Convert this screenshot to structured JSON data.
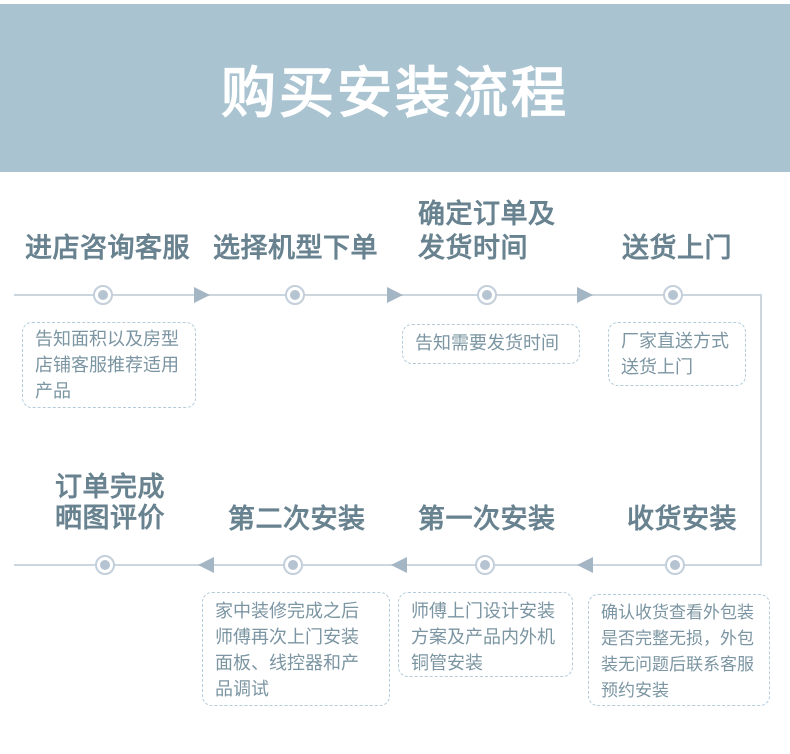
{
  "header": {
    "title": "购买安装流程"
  },
  "flow": {
    "row1": {
      "direction": "left-to-right",
      "steps": [
        {
          "label": "进店咨询客服",
          "note": "告知面积以及房型\n店铺客服推荐适用\n产品"
        },
        {
          "label": "选择机型下单"
        },
        {
          "label": "确定订单及\n发货时间",
          "note": "告知需要发货时间"
        },
        {
          "label": "送货上门",
          "note": "厂家直送方式\n送货上门"
        }
      ]
    },
    "row2": {
      "direction": "right-to-left",
      "steps": [
        {
          "label": "订单完成\n晒图评价"
        },
        {
          "label": "第二次安装",
          "note": "家中装修完成之后\n师傅再次上门安装\n面板、线控器和产\n品调试"
        },
        {
          "label": "第一次安装",
          "note": "师傅上门设计安装\n方案及产品内外机\n铜管安装"
        },
        {
          "label": "收货安装",
          "note": "确认收货查看外包装\n是否完整无损，外包\n装无问题后联系客服\n预约安装"
        }
      ]
    }
  },
  "colors": {
    "header_bg": "#a9c3d0",
    "header_text": "#ffffff",
    "step_text": "#68828f",
    "note_text": "#7b95a2",
    "note_border": "#b3cbdb",
    "line": "#ccd6de",
    "node_ring": "#c3cfda",
    "node_dot": "#b6c4d2",
    "arrow": "#a4b5c3"
  }
}
